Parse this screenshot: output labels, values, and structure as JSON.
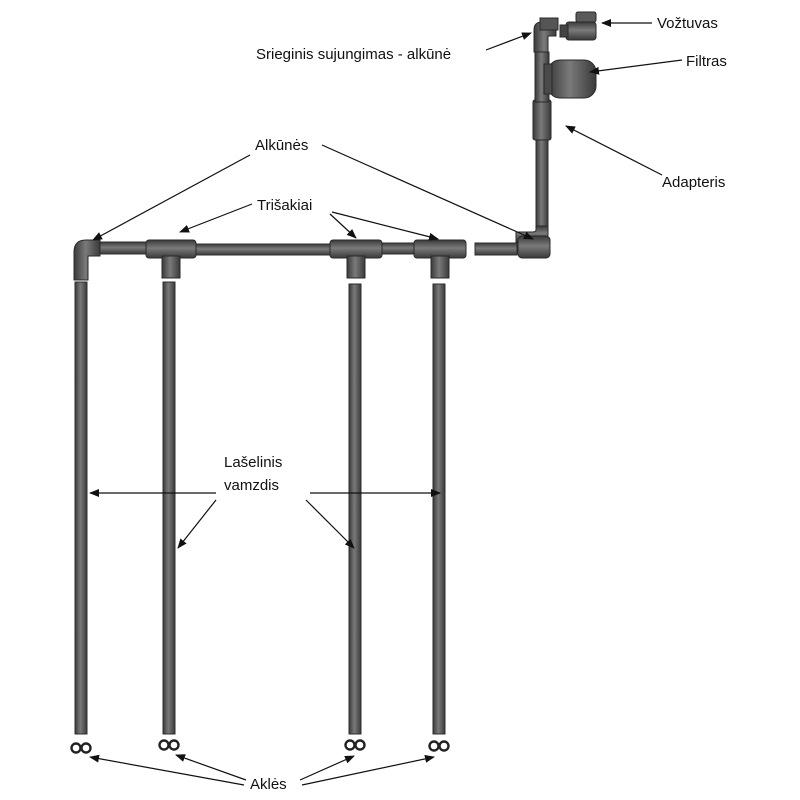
{
  "labels": {
    "valve": "Vožtuvas",
    "threaded_elbow": "Srieginis sujungimas - alkūnė",
    "filter": "Filtras",
    "elbows": "Alkūnės",
    "adapter": "Adapteris",
    "tees": "Trišakiai",
    "drip_pipe_line1": "Lašelinis",
    "drip_pipe_line2": "vamzdis",
    "end_caps": "Aklės"
  }
}
